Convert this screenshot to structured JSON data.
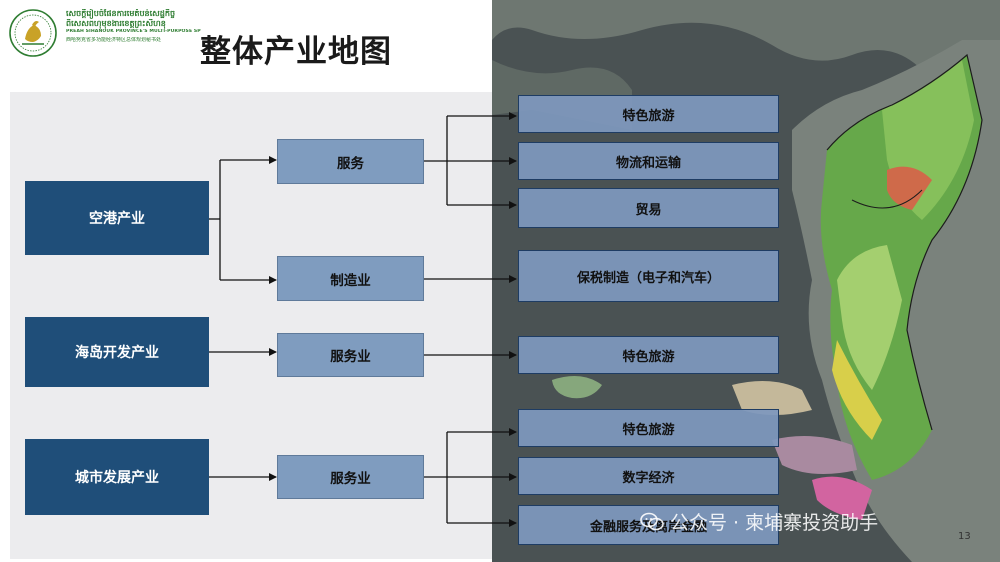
{
  "header": {
    "logo_text_km1": "សេចក្តីរៀបចំផែនការមេតំបន់សេដ្ឋកិច្ច",
    "logo_text_km2": "ពិសេសពហុមុខងារខេត្តព្រះសីហនុ",
    "logo_text_en": "PREAH SIHANOUK PROVINCE'S MULTI-PURPOSE SPECIAL ECONOMIC ZONE MASTER PLAN SECRETARIAT OFFICE",
    "logo_text_cn": "西哈努克省多功能经济特区总体规划秘书处",
    "title": "整体产业地图"
  },
  "diagram": {
    "sectors": [
      {
        "label": "空港产业"
      },
      {
        "label": "海岛开发产业"
      },
      {
        "label": "城市发展产业"
      }
    ],
    "categories": [
      {
        "label": "服务"
      },
      {
        "label": "制造业"
      },
      {
        "label": "服务业"
      },
      {
        "label": "服务业"
      }
    ],
    "activities": [
      {
        "label": "特色旅游"
      },
      {
        "label": "物流和运输"
      },
      {
        "label": "贸易"
      },
      {
        "label": "保税制造（电子和汽车）"
      },
      {
        "label": "特色旅游"
      },
      {
        "label": "特色旅游"
      },
      {
        "label": "数字经济"
      },
      {
        "label": "金融服务及离岸金融"
      }
    ]
  },
  "watermark": {
    "text": "公众号 · 柬埔寨投资助手"
  },
  "page_number": "13",
  "colors": {
    "sector_box": "#1f4e79",
    "category_box": "#7f9cbf",
    "activity_box": "#7e98bd",
    "connector": "#111111"
  }
}
